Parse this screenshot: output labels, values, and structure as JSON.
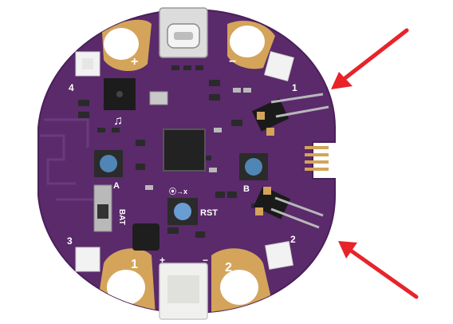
{
  "board": {
    "pad_labels": {
      "plus": "+",
      "minus": "−",
      "one": "1",
      "two": "2"
    },
    "led_labels": {
      "led1": "1",
      "led2": "2",
      "led3": "3",
      "led4": "4"
    },
    "button_labels": {
      "a": "A",
      "b": "B",
      "rst": "RST"
    },
    "switch_label": "BAT",
    "music_note": "♫",
    "io_label": "⦿→x",
    "connector_labels": {
      "plus": "+",
      "minus": "−"
    }
  },
  "colors": {
    "pcb": "#5a2a6b",
    "pcb_edge": "#4a1f5a",
    "pad_gold": "#d4a45a",
    "header_pin": "#b8b8b8",
    "arrow": "#e8232a"
  }
}
